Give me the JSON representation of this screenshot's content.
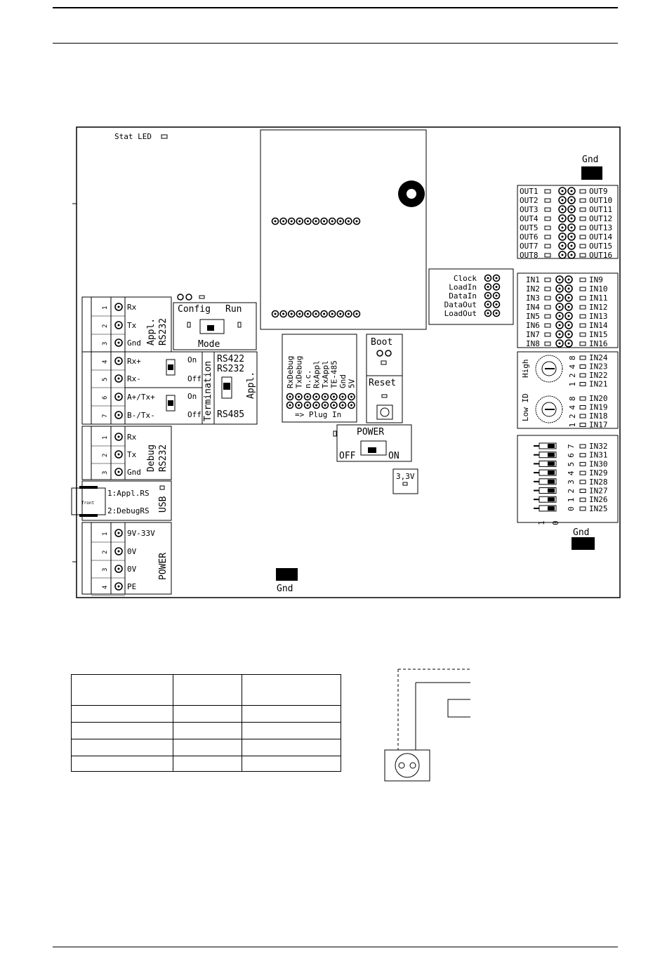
{
  "stat_led": "Stat LED",
  "gnd": "Gnd",
  "outputs_left": [
    "OUT1",
    "OUT2",
    "OUT3",
    "OUT4",
    "OUT5",
    "OUT6",
    "OUT7",
    "OUT8"
  ],
  "outputs_right": [
    "OUT9",
    "OUT10",
    "OUT11",
    "OUT12",
    "OUT13",
    "OUT14",
    "OUT15",
    "OUT16"
  ],
  "inputs_left": [
    "IN1",
    "IN2",
    "IN3",
    "IN4",
    "IN5",
    "IN6",
    "IN7",
    "IN8"
  ],
  "inputs_right": [
    "IN9",
    "IN10",
    "IN11",
    "IN12",
    "IN13",
    "IN14",
    "IN15",
    "IN16"
  ],
  "ext_bus": [
    "Clock",
    "LoadIn",
    "DataIn",
    "DataOut",
    "LoadOut"
  ],
  "id_high": [
    "IN24",
    "IN23",
    "IN22",
    "IN21"
  ],
  "id_low": [
    "IN20",
    "IN19",
    "IN18",
    "IN17"
  ],
  "id_bits": [
    "8",
    "4",
    "2",
    "1"
  ],
  "id_high_label": "High",
  "id_low_label": "Low ID",
  "dip_inputs": [
    "IN32",
    "IN31",
    "IN30",
    "IN29",
    "IN28",
    "IN27",
    "IN26",
    "IN25"
  ],
  "dip_bits": [
    "7",
    "6",
    "5",
    "4",
    "3",
    "2",
    "1",
    "0"
  ],
  "dip_bottom": [
    "1",
    "0"
  ],
  "appl_rs232": {
    "title1": "Appl.",
    "title2": "RS232",
    "pins": [
      "Rx",
      "Tx",
      "Gnd"
    ],
    "nums": [
      "1",
      "2",
      "3"
    ]
  },
  "appl_rs485": {
    "pins": [
      "Rx+",
      "Rx-",
      "A+/Tx+",
      "B-/Tx-"
    ],
    "nums": [
      "4",
      "5",
      "6",
      "7"
    ]
  },
  "termination": {
    "label": "Termination",
    "on": "On",
    "off": "Off"
  },
  "config": {
    "config": "Config",
    "run": "Run",
    "mode": "Mode"
  },
  "appl_mode": {
    "rs422": "RS422",
    "rs232": "RS232",
    "rs485": "RS485",
    "appl": "Appl."
  },
  "debug_rs232": {
    "title1": "Debug",
    "title2": "RS232",
    "pins": [
      "Rx",
      "Tx",
      "Gnd"
    ],
    "nums": [
      "1",
      "2",
      "3"
    ]
  },
  "usb": {
    "title": "USB",
    "ch1": "1:Appl.RS",
    "ch2": "2:DebugRS",
    "front": "front"
  },
  "power_term": {
    "title": "POWER",
    "pins": [
      "9V-33V",
      "0V",
      "0V",
      "PE"
    ],
    "nums": [
      "1",
      "2",
      "3",
      "4"
    ]
  },
  "plug_in": {
    "labels": [
      "RxDebug",
      "TxDebug",
      "n.c.",
      "RxAppl",
      "TxAppl",
      "TE-485",
      "Gnd",
      "5V"
    ],
    "caption": "=> Plug In"
  },
  "boot": "Boot",
  "reset": "Reset",
  "power_switch": {
    "title": "POWER",
    "off": "OFF",
    "on": "ON"
  },
  "v33": "3,3V"
}
